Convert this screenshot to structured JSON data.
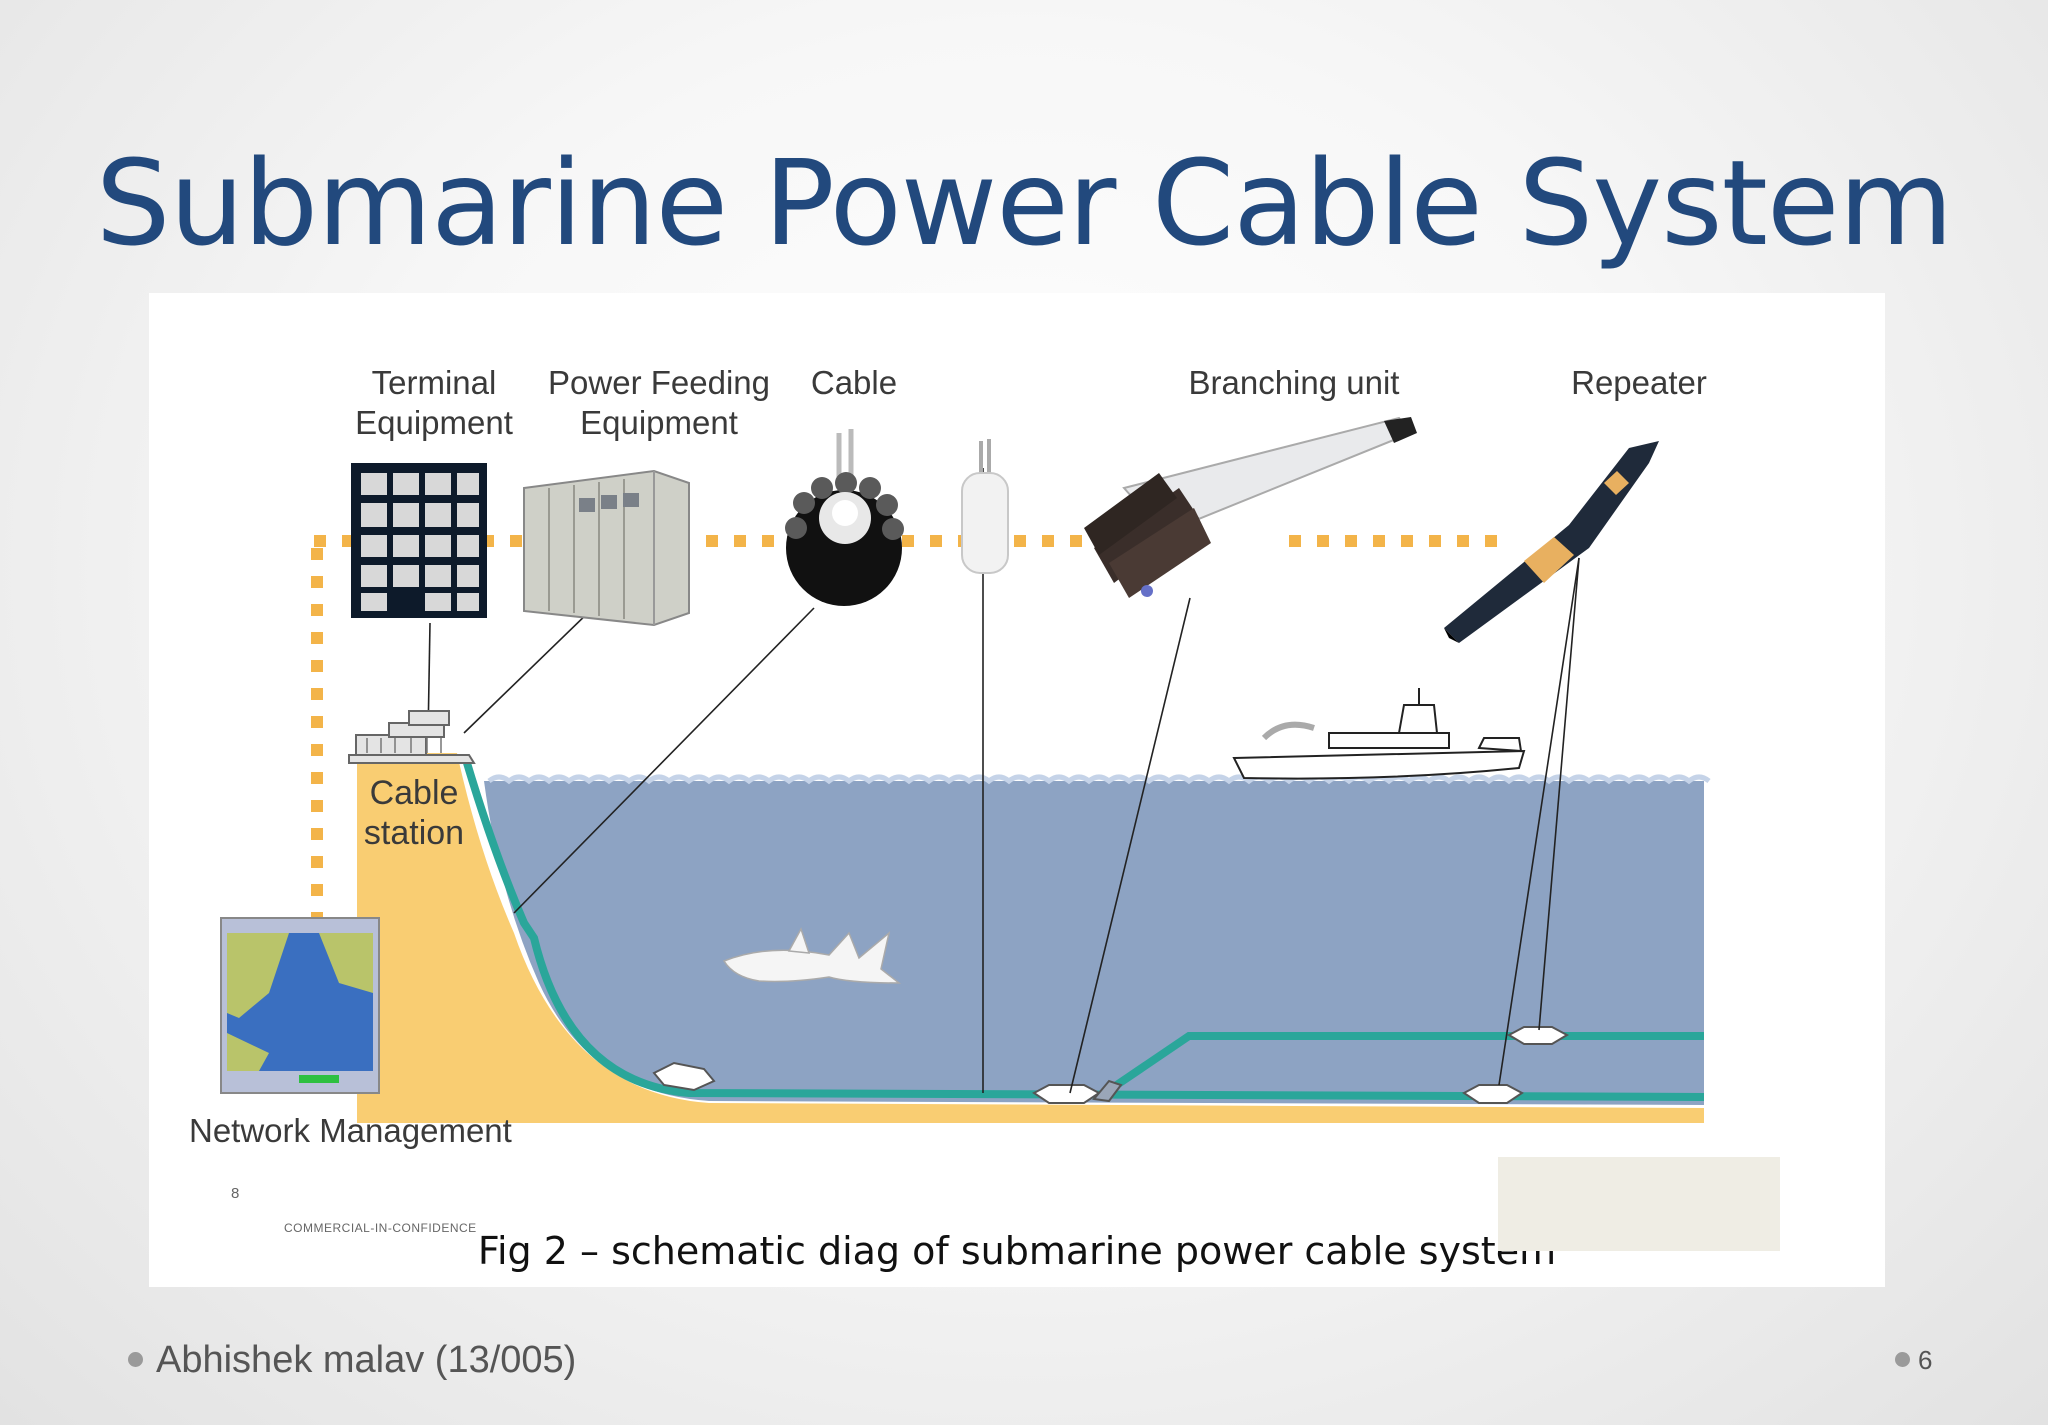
{
  "slide": {
    "title": "Submarine Power Cable System",
    "author": "Abhishek malav (13/005)",
    "page_number": "6"
  },
  "figure": {
    "labels": {
      "terminal_equipment_line1": "Terminal",
      "terminal_equipment_line2": "Equipment",
      "power_feeding_line1": "Power Feeding",
      "power_feeding_line2": "Equipment",
      "cable": "Cable",
      "branching_unit": "Branching unit",
      "repeater": "Repeater",
      "cable_station_line1": "Cable",
      "cable_station_line2": "station",
      "network_management": "Network Management",
      "small_number": "8",
      "confidential": "COMMERCIAL-IN-CONFIDENCE"
    },
    "caption": "Fig 2 – schematic diag of submarine power cable system",
    "colors": {
      "sea": "#8da3c3",
      "land": "#f9cd72",
      "cable": "#2aa69a",
      "dotted_link": "#f3b449",
      "title": "#22497d"
    }
  }
}
